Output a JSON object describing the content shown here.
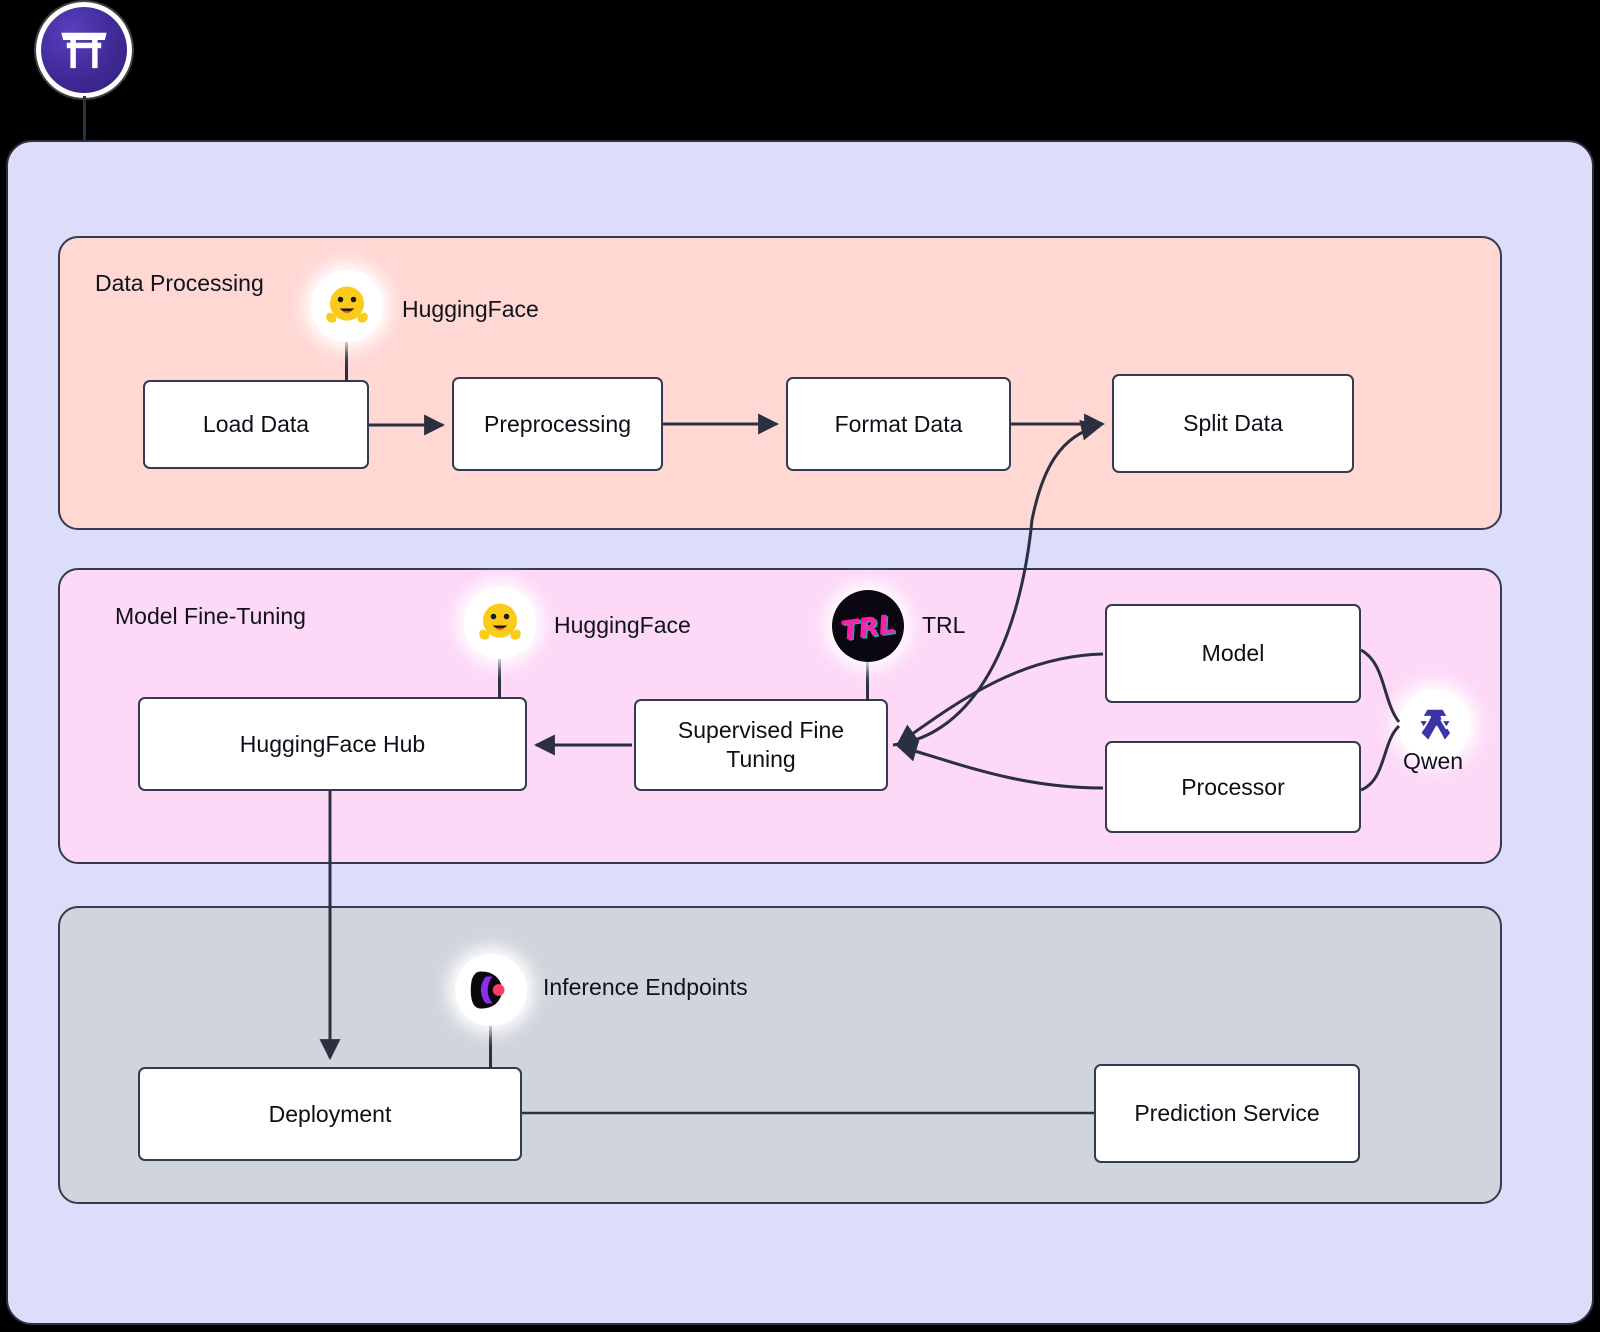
{
  "brand": {
    "icon": "torii-gate-icon",
    "name": "shrine-logo"
  },
  "diagram": {
    "type": "flowchart",
    "background_color": "#000000",
    "container_color": "#dcdcfb",
    "sections": [
      {
        "id": "data-processing",
        "label": "Data Processing",
        "color": "#ffd8d4",
        "nodes": [
          {
            "id": "load-data",
            "label": "Load Data"
          },
          {
            "id": "preprocessing",
            "label": "Preprocessing"
          },
          {
            "id": "format-data",
            "label": "Format Data"
          },
          {
            "id": "split-data",
            "label": "Split Data"
          }
        ],
        "badges": [
          {
            "id": "huggingface-1",
            "label": "HuggingFace",
            "icon": "huggingface-emoji-icon"
          }
        ]
      },
      {
        "id": "model-fine-tuning",
        "label": "Model Fine-Tuning",
        "color": "#fdd8f7",
        "nodes": [
          {
            "id": "huggingface-hub",
            "label": "HuggingFace Hub"
          },
          {
            "id": "supervised-fine-tuning",
            "label": "Supervised Fine Tuning"
          },
          {
            "id": "model",
            "label": "Model"
          },
          {
            "id": "processor",
            "label": "Processor"
          }
        ],
        "badges": [
          {
            "id": "huggingface-2",
            "label": "HuggingFace",
            "icon": "huggingface-emoji-icon"
          },
          {
            "id": "trl",
            "label": "TRL",
            "icon": "trl-icon"
          },
          {
            "id": "qwen",
            "label": "Qwen",
            "icon": "qwen-icon"
          }
        ]
      },
      {
        "id": "inference",
        "label": "",
        "color": "#d0d4dc",
        "nodes": [
          {
            "id": "deployment",
            "label": "Deployment"
          },
          {
            "id": "prediction-service",
            "label": "Prediction Service"
          }
        ],
        "badges": [
          {
            "id": "inference-endpoints",
            "label": "Inference Endpoints",
            "icon": "inference-endpoints-icon"
          }
        ]
      }
    ],
    "edges": [
      {
        "from": "load-data",
        "to": "preprocessing",
        "arrow": true
      },
      {
        "from": "preprocessing",
        "to": "format-data",
        "arrow": true
      },
      {
        "from": "format-data",
        "to": "split-data",
        "arrow": true
      },
      {
        "from": "split-data",
        "to": "supervised-fine-tuning",
        "arrow": true
      },
      {
        "from": "supervised-fine-tuning",
        "to": "huggingface-hub",
        "arrow": true
      },
      {
        "from": "model",
        "to": "supervised-fine-tuning",
        "arrow": true
      },
      {
        "from": "processor",
        "to": "supervised-fine-tuning",
        "arrow": true
      },
      {
        "from": "huggingface-hub",
        "to": "deployment",
        "arrow": true
      },
      {
        "from": "deployment",
        "to": "prediction-service",
        "arrow": false
      },
      {
        "from": "model",
        "to": "qwen",
        "arrow": false
      },
      {
        "from": "processor",
        "to": "qwen",
        "arrow": false
      }
    ],
    "colors": {
      "node_fill": "#ffffff",
      "node_border": "#343b4f",
      "edge": "#2b3040",
      "text": "#0d1017"
    }
  }
}
